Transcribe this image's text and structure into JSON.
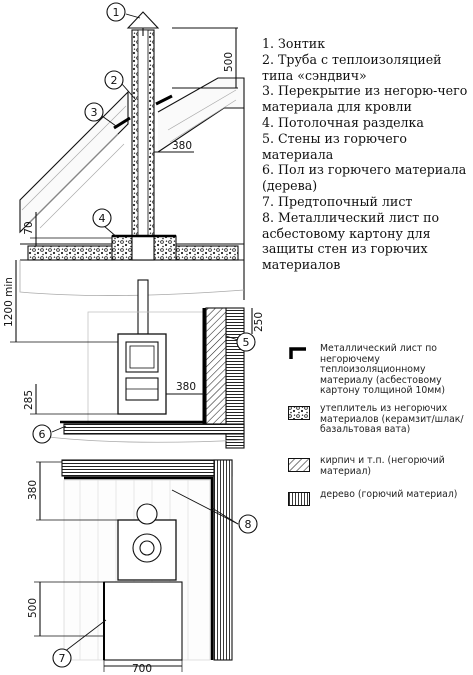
{
  "legend": [
    "1. Зонтик",
    "2. Труба с теплоизоляцией типа «сэндвич»",
    "3. Перекрытие из негорю-чего материала для кровли",
    "4. Потолочная разделка",
    "5. Стены из горючего материала",
    "6. Пол из горючего материала (дерева)",
    "7. Предтопочный лист",
    "8. Металлический лист по асбестовому картону для защиты стен из горючих материалов"
  ],
  "materials": {
    "metal_sheet": "Металлический лист по негорючему теплоизоляционному материалу (асбестовому картону толщиной 10мм)",
    "insulation": "утеплитель из негорючих материалов (керамзит/шлак/базальтовая вата)",
    "brick": "кирпич и т.п. (негорючий материал)",
    "wood": "дерево (горючий материал)"
  },
  "dimensions": {
    "d500_top": "500",
    "d380_pipe": "380",
    "d70": "70",
    "d1200": "1200 min",
    "d250": "250",
    "d380_wall": "380",
    "d285": "285",
    "d380_plan": "380",
    "d500_plan": "500",
    "d700": "700"
  },
  "callouts": [
    "1",
    "2",
    "3",
    "4",
    "5",
    "6",
    "7",
    "8"
  ],
  "colors": {
    "line": "#111111",
    "fill_light": "#f4f4f4",
    "metal": "#000000"
  }
}
